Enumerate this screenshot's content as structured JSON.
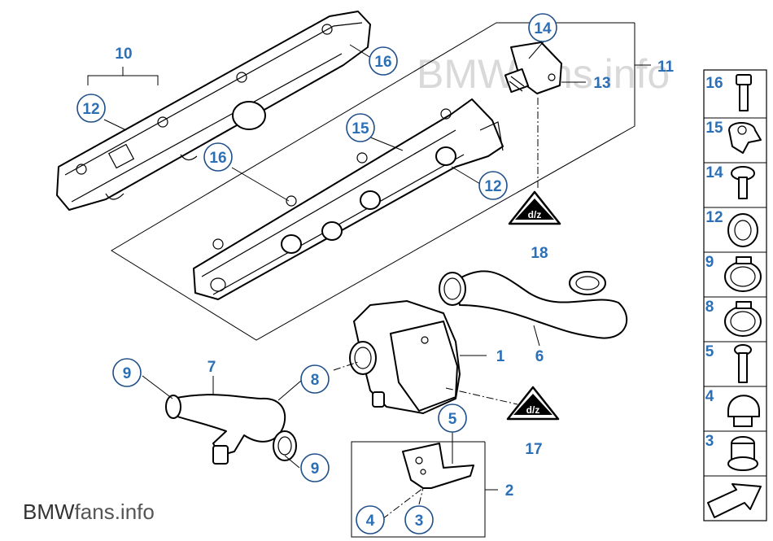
{
  "watermark_text": "BMWfans.info",
  "brand": {
    "bold": "BMW",
    "rest": "fans.info"
  },
  "callouts": {
    "c10": "10",
    "c11": "11",
    "c12a": "12",
    "c12b": "12",
    "c13": "13",
    "c14": "14",
    "c15": "15",
    "c16a": "16",
    "c16b": "16",
    "c18": "18",
    "c1": "1",
    "c6": "6",
    "c7": "7",
    "c8": "8",
    "c9a": "9",
    "c9b": "9",
    "c17": "17",
    "c5": "5",
    "c2": "2",
    "c4": "4",
    "c3": "3"
  },
  "sidebar": [
    "16",
    "15",
    "14",
    "12",
    "9",
    "8",
    "5",
    "4",
    "3"
  ]
}
